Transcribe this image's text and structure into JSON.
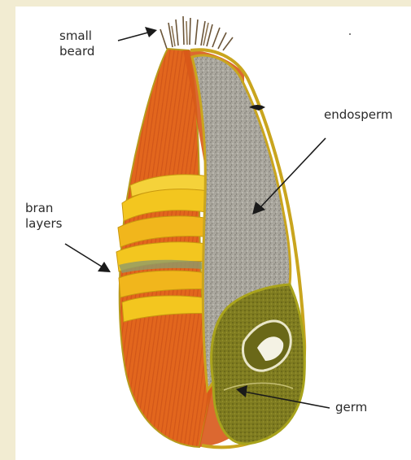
{
  "labels": {
    "small_beard": "small\nbeard",
    "endosperm": "endosperm",
    "bran_layers": "bran\nlayers",
    "germ": "germ"
  },
  "colors": {
    "page_border": "#f2ecd2",
    "panel": "#ffffff",
    "outer_coat": "#e2661d",
    "outer_coat_dark": "#c94f10",
    "bran_yellow": "#f3c61f",
    "bran_stripe": "#e88a1c",
    "endosperm": "#a6a39a",
    "germ": "#7d7a1e",
    "beard": "#6b5538",
    "outline": "#b79a1c",
    "arrow": "#1a1a1a",
    "text": "#2a2a2a"
  }
}
